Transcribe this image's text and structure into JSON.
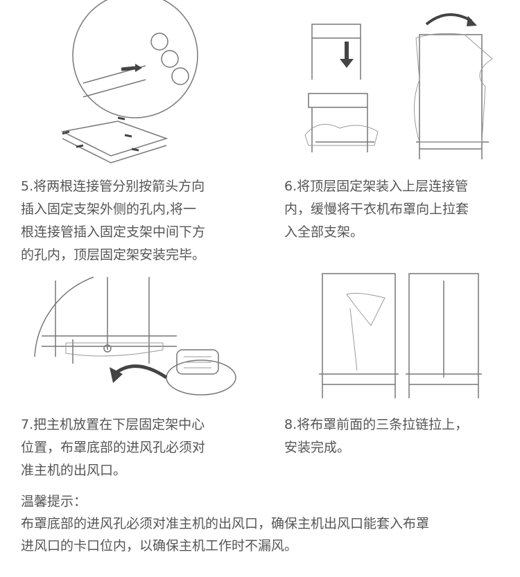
{
  "steps": [
    {
      "lines": [
        "5.将两根连接管分别按箭头方向",
        "插入固定支架外侧的孔内,将一",
        "根连接管插入固定支架中间下方",
        "的孔内，顶层固定架安装完毕。"
      ]
    },
    {
      "lines": [
        "6.将顶层固定架装入上层连接管",
        "内，缓慢将干衣机布罩向上拉套",
        "入全部支架。"
      ]
    },
    {
      "lines": [
        "7.把主机放置在下层固定架中心",
        "位置，布罩底部的进风孔必须对",
        "准主机的出风口。"
      ]
    },
    {
      "lines": [
        "8.将布罩前面的三条拉链拉上，",
        "安装完成。"
      ]
    }
  ],
  "tip": {
    "title": "温馨提示：",
    "lines": [
      "布罩底部的进风孔必须对准主机的出风口，确保主机出风口能套入布罩",
      "进风口的卡口位内，以确保主机工作时不漏风。"
    ]
  }
}
